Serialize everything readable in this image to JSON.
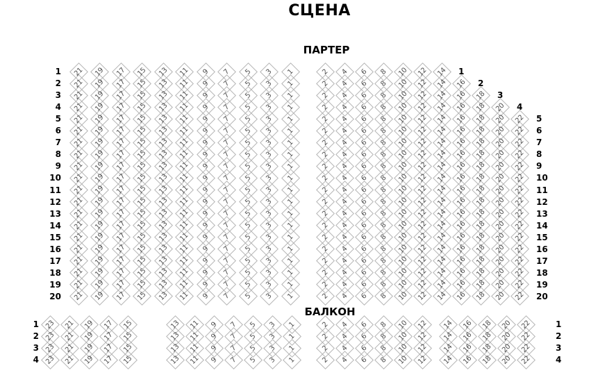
{
  "stage_label": "СЦЕНА",
  "parterre": {
    "label": "ПАРТЕР",
    "row_count": 20,
    "row_numbers": [
      1,
      2,
      3,
      4,
      5,
      6,
      7,
      8,
      9,
      10,
      11,
      12,
      13,
      14,
      15,
      16,
      17,
      18,
      19,
      20
    ],
    "left_block_seat_numbers": [
      21,
      19,
      17,
      15,
      13,
      11,
      9,
      7,
      5,
      3,
      1
    ],
    "right_block_columns": [
      {
        "seat": 2,
        "from_row": 1
      },
      {
        "seat": 4,
        "from_row": 1
      },
      {
        "seat": 6,
        "from_row": 1
      },
      {
        "seat": 8,
        "from_row": 1
      },
      {
        "seat": 10,
        "from_row": 1
      },
      {
        "seat": 12,
        "from_row": 1
      },
      {
        "seat": 14,
        "from_row": 1
      },
      {
        "seat": 16,
        "from_row": 2
      },
      {
        "seat": 18,
        "from_row": 3
      },
      {
        "seat": 20,
        "from_row": 4
      },
      {
        "seat": 22,
        "from_row": 5
      }
    ]
  },
  "balcony": {
    "label": "БАЛКОН",
    "row_count": 4,
    "row_numbers": [
      1,
      2,
      3,
      4
    ],
    "blocks": [
      {
        "name": "left",
        "seat_numbers": [
          23,
          21,
          19,
          17,
          15
        ]
      },
      {
        "name": "center-left",
        "seat_numbers": [
          13,
          11,
          9,
          7,
          5,
          3,
          1
        ]
      },
      {
        "name": "center-right",
        "seat_numbers": [
          2,
          4,
          6,
          8,
          10,
          12
        ]
      },
      {
        "name": "right",
        "seat_numbers": [
          14,
          16,
          18,
          20,
          22
        ]
      }
    ]
  },
  "colors": {
    "seat_outline": "#b3b3b3",
    "seat_number": "#4d4d4d",
    "label_text": "#000000"
  }
}
